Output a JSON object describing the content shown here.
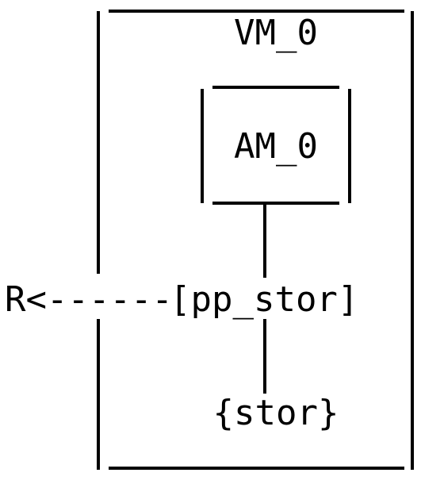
{
  "diagram": {
    "vm_label": "VM_0",
    "am_label": "AM_0",
    "pp_stor_label": "[pp_stor]",
    "stor_label": "{stor}",
    "r_label": "R<------"
  }
}
